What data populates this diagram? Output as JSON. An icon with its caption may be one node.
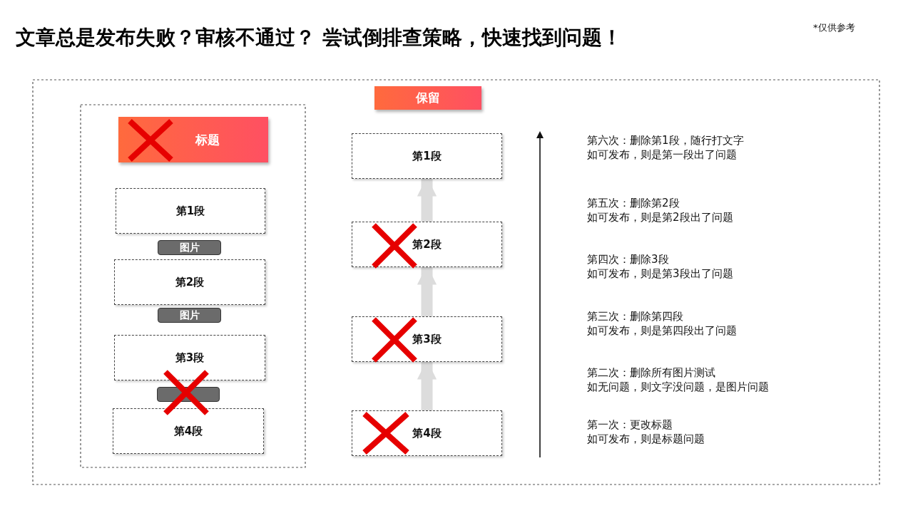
{
  "diagram": {
    "title": "文章总是发布失败？审核不通过？ 尝试倒排查策略，快速找到问题！",
    "nodes": [
      {
        "text": [
          "标题"
        ]
      },
      {
        "text": [
          "第1段"
        ]
      },
      {
        "text": [
          "图片"
        ]
      },
      {
        "text": [
          "第2段"
        ]
      },
      {
        "text": [
          "图片"
        ]
      },
      {
        "text": [
          "第3段"
        ]
      },
      {
        "text": [],
        "shape": "bar"
      },
      {
        "text": [
          "第4段"
        ]
      },
      {
        "text": [
          "保留"
        ]
      },
      {
        "text": [
          "第1段"
        ]
      },
      {
        "text": [
          "第2段"
        ]
      },
      {
        "text": [
          "第3段"
        ]
      },
      {
        "text": [
          "第4段"
        ]
      }
    ],
    "edges": [
      {
        "from": 12,
        "to": 11,
        "arrow": "to"
      },
      {
        "from": 11,
        "to": 10,
        "arrow": "to"
      },
      {
        "from": 10,
        "to": 9,
        "arrow": "to"
      }
    ],
    "labels": [
      "*仅供参考",
      "第六次：删除第1段，随行打文字",
      "如可发布，则是第一段出了问题",
      "第五次：删除第2段",
      "如可发布，则是第2段出了问题",
      "第四次：删除3段",
      "如可发布，则是第3段出了问题",
      "第三次：删除第四段",
      "如可发布，则是第四段出了问题",
      "第二次：删除所有图片测试",
      "如无问题，则文字没问题，是图片问题",
      "第一次：更改标题",
      "如可发布，则是标题问题"
    ]
  }
}
